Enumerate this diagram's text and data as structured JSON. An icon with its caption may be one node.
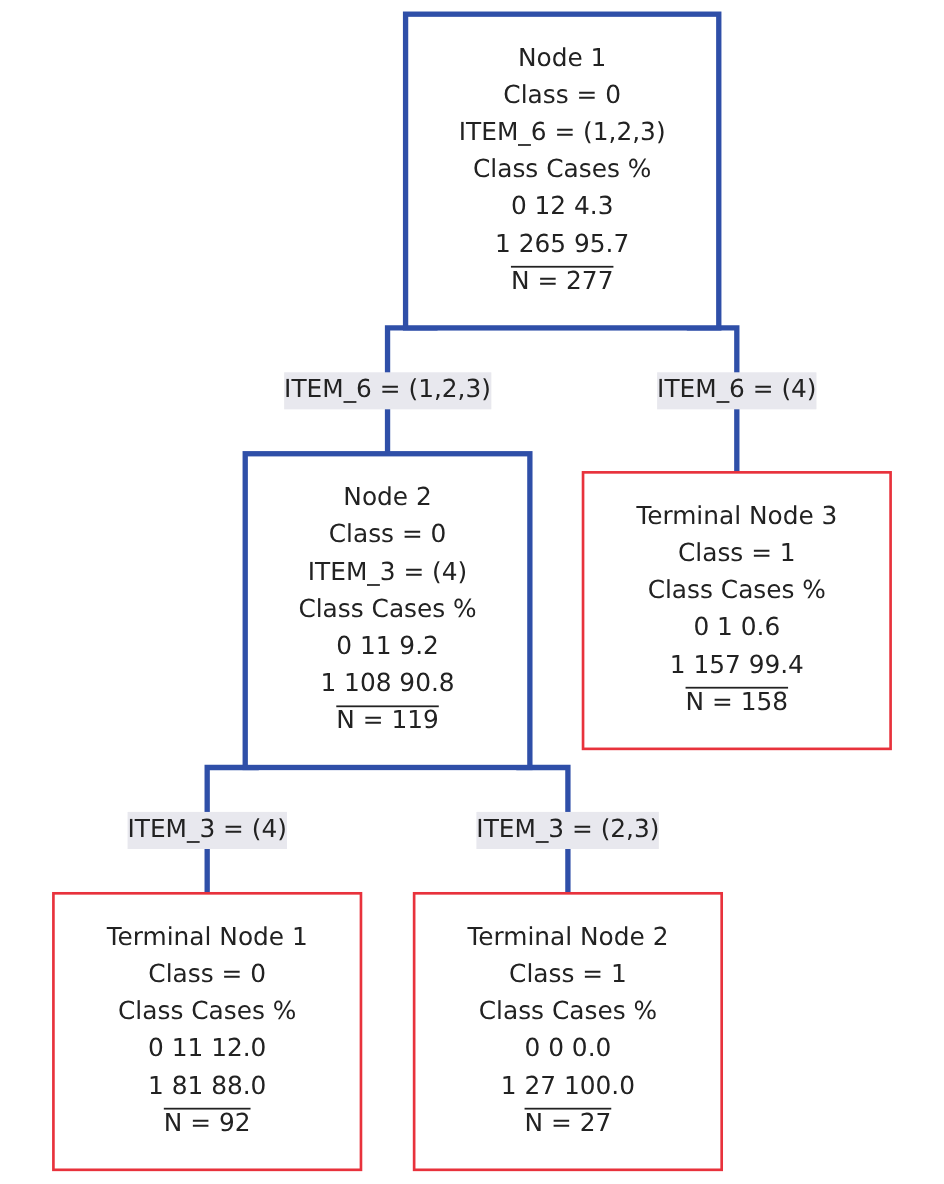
{
  "diagram": {
    "nodes": [
      {
        "text": [
          "Node 1",
          "Class = 0",
          "ITEM_6 = (1,2,3)",
          "Class Cases %",
          "0 12 4.3",
          "1 265 95.7",
          "N = 277"
        ]
      },
      {
        "text": [
          "Node 2",
          "Class = 0",
          "ITEM_3 = (4)",
          "Class Cases %",
          "0 11 9.2",
          "1 108 90.8",
          "N = 119"
        ]
      },
      {
        "text": [
          "Terminal Node 3",
          "Class = 1",
          "Class Cases %",
          "0 1 0.6",
          "1 157 99.4",
          "N = 158"
        ]
      },
      {
        "text": [
          "Terminal Node 1",
          "Class = 0",
          "Class Cases %",
          "0 11 12.0",
          "1 81 88.0",
          "N = 92"
        ]
      },
      {
        "text": [
          "Terminal Node 2",
          "Class = 1",
          "Class Cases %",
          "0 0 0.0",
          "1 27 100.0",
          "N = 27"
        ]
      }
    ],
    "edges": [
      {
        "from": 0,
        "to": 1,
        "arrow": "none",
        "label": "ITEM_6 = (1,2,3)"
      },
      {
        "from": 0,
        "to": 2,
        "arrow": "none",
        "label": "ITEM_6 = (4)"
      },
      {
        "from": 1,
        "to": 3,
        "arrow": "none",
        "label": "ITEM_3 = (4)"
      },
      {
        "from": 1,
        "to": 4,
        "arrow": "none",
        "label": "ITEM_3 = (2,3)"
      }
    ]
  }
}
